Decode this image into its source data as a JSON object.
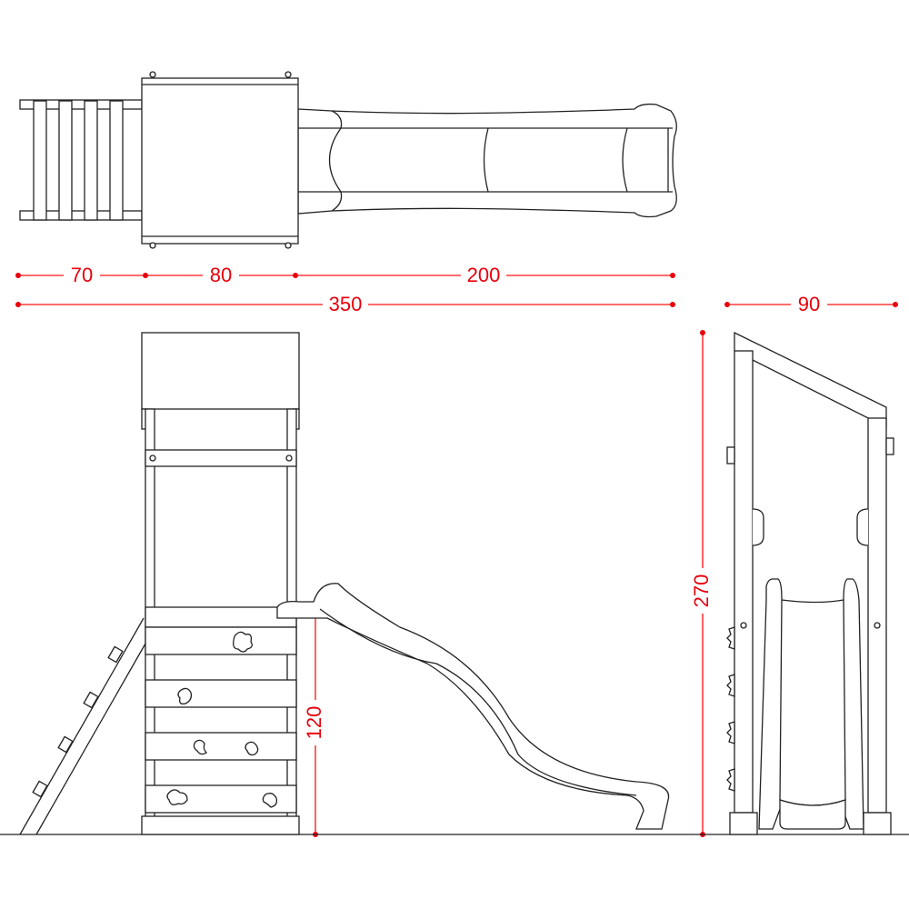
{
  "dimensions": {
    "ladder_length": "70",
    "platform_length": "80",
    "slide_length": "200",
    "total_length": "350",
    "total_width": "90",
    "total_height": "270",
    "platform_height": "120"
  },
  "colors": {
    "dimension": "#e8000b",
    "line": "#222222",
    "background": "#ffffff"
  }
}
